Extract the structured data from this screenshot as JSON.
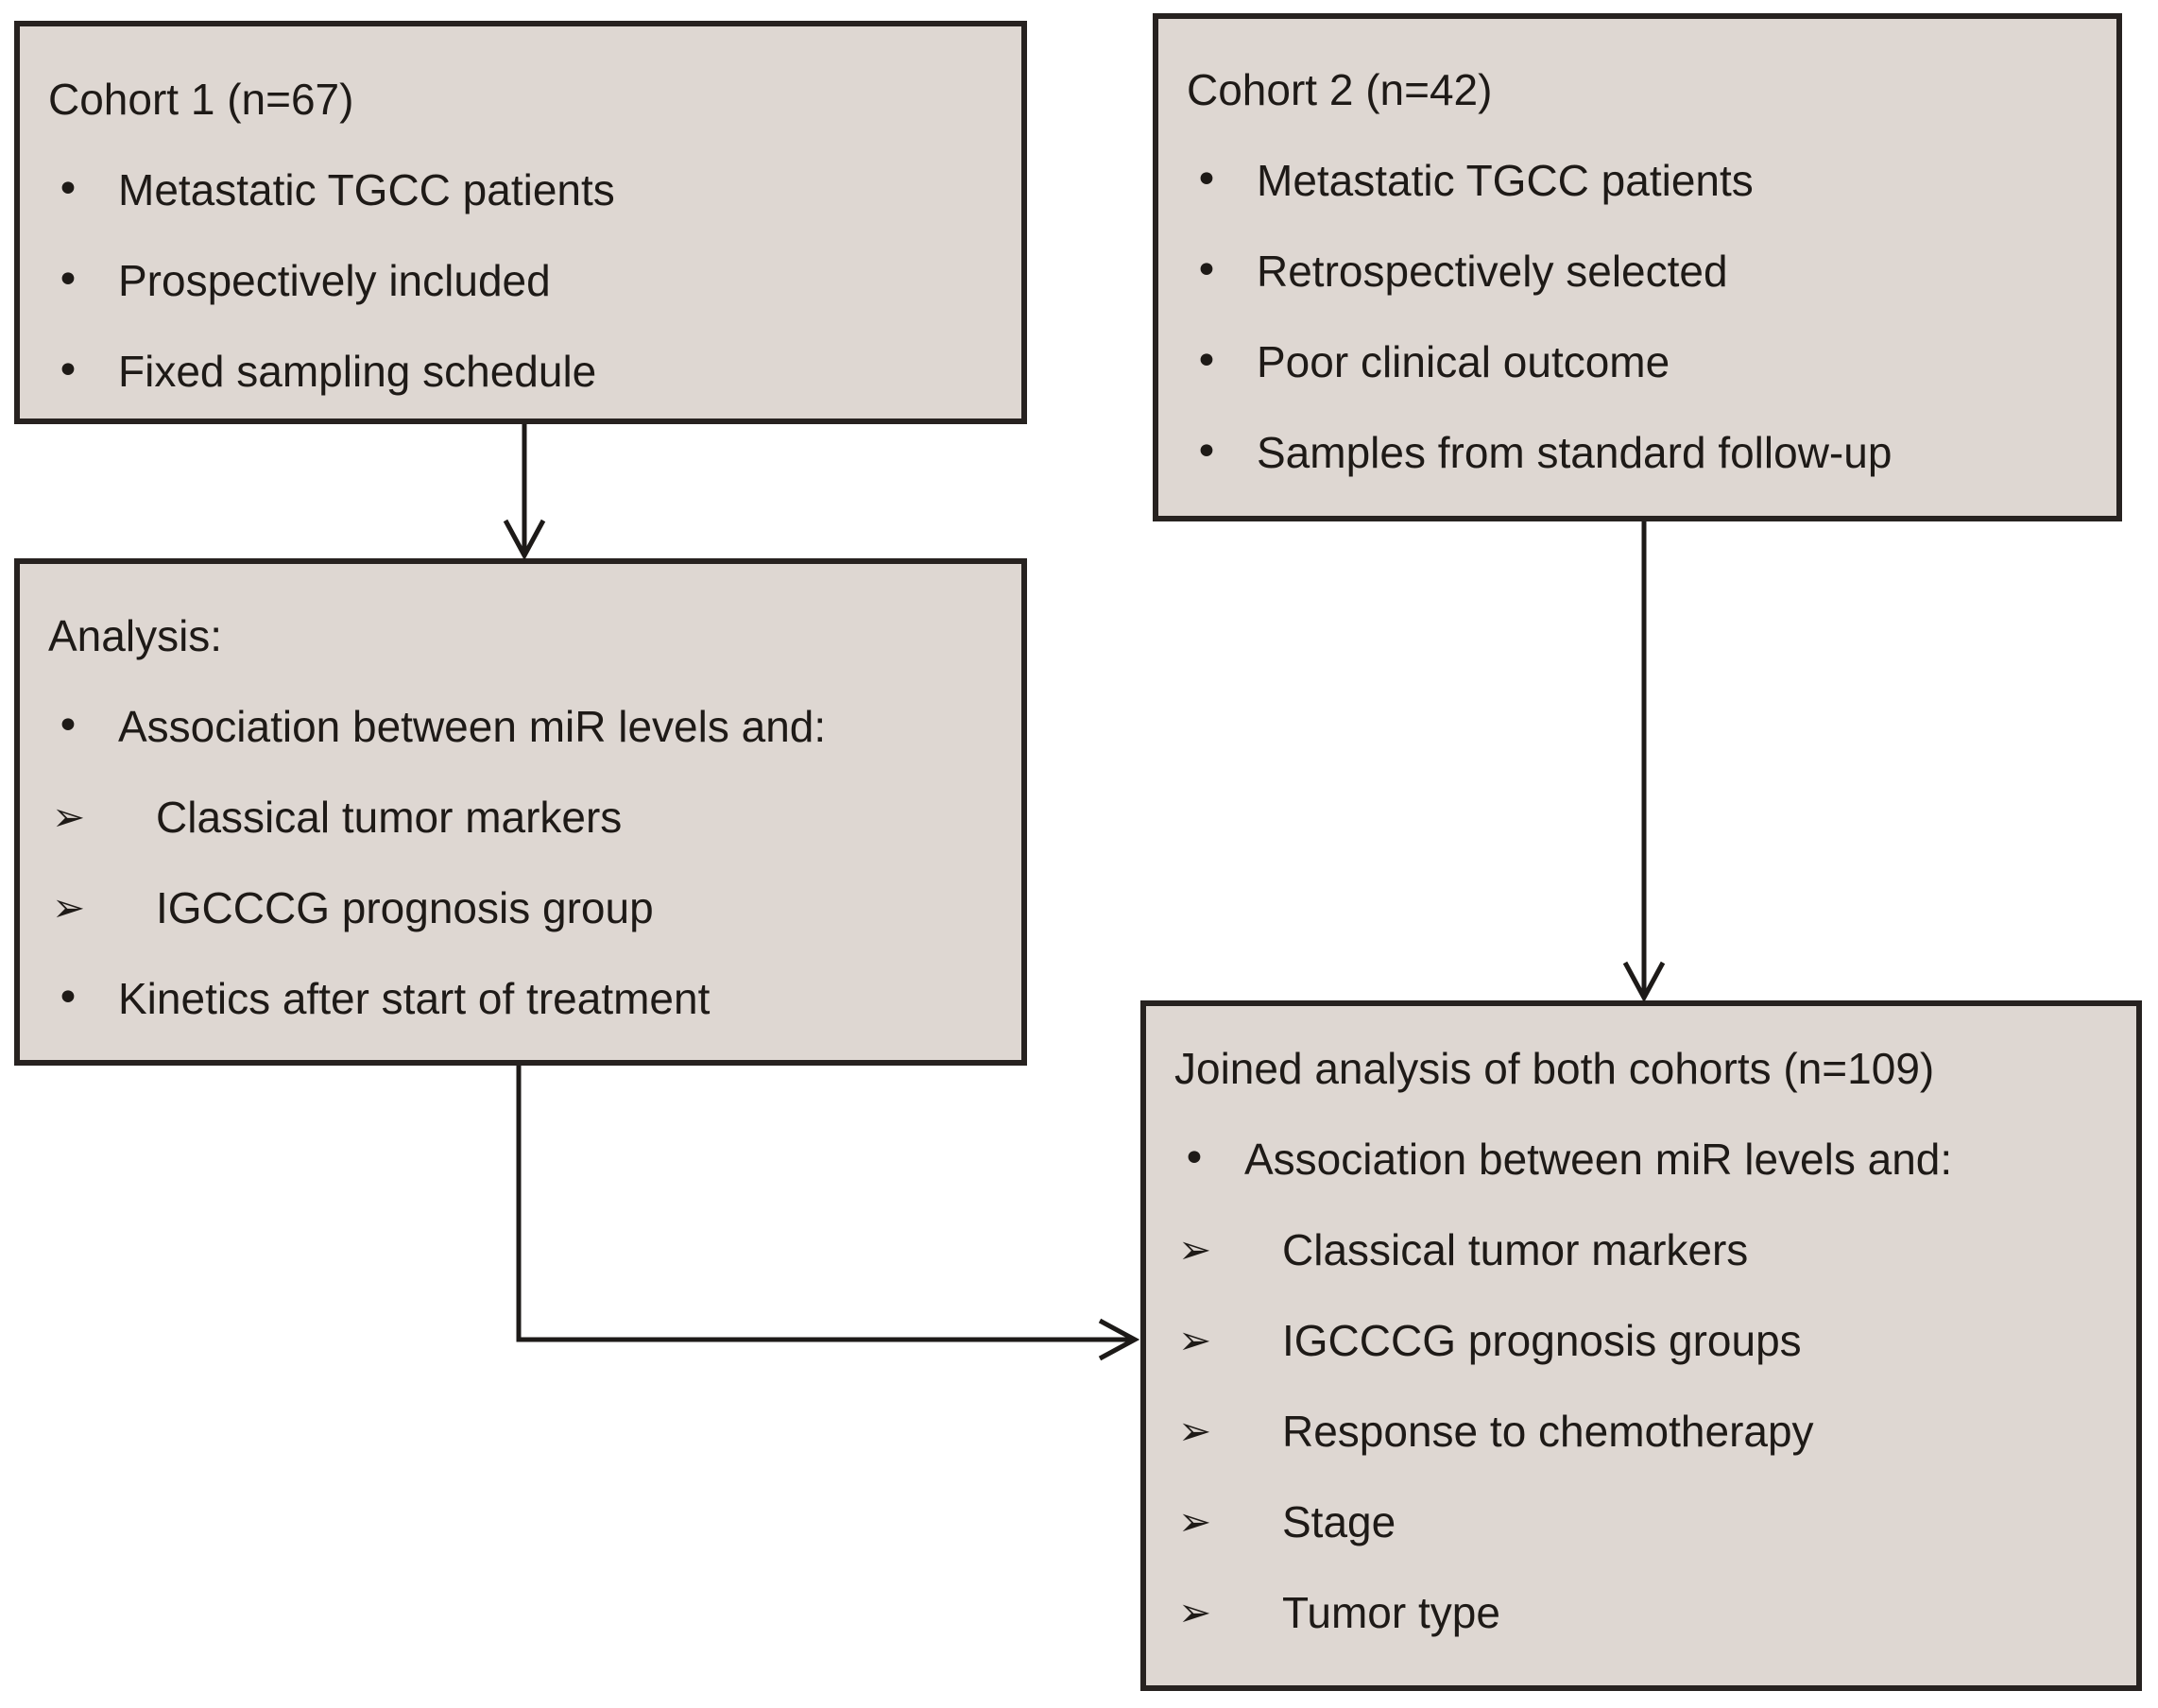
{
  "palette": {
    "page_bg": "#ffffff",
    "box_fill": "#ded7d2",
    "box_border": "#272220",
    "text": "#1e1a17",
    "arrow": "#1d1a18"
  },
  "glyphs": {
    "dot_bullet": "•",
    "arrowhead_bullet": "➢"
  },
  "boxes": {
    "cohort1": {
      "title": "Cohort 1 (n=67)",
      "items": [
        {
          "bullet": "•",
          "text": "Metastatic TGCC patients"
        },
        {
          "bullet": "•",
          "text": "Prospectively included"
        },
        {
          "bullet": "•",
          "text": "Fixed sampling schedule"
        }
      ]
    },
    "cohort2": {
      "title": "Cohort 2 (n=42)",
      "items": [
        {
          "bullet": "•",
          "text": "Metastatic TGCC patients"
        },
        {
          "bullet": "•",
          "text": "Retrospectively selected"
        },
        {
          "bullet": "•",
          "text": "Poor clinical outcome"
        },
        {
          "bullet": "•",
          "text": "Samples from standard follow-up"
        }
      ]
    },
    "analysis": {
      "title": "Analysis:",
      "items": [
        {
          "bullet": "•",
          "text": "Association between miR levels and:"
        },
        {
          "bullet": "➢",
          "text": "Classical tumor markers"
        },
        {
          "bullet": "➢",
          "text": "IGCCCG prognosis group"
        },
        {
          "bullet": "•",
          "text": "Kinetics after start of treatment"
        }
      ]
    },
    "joined": {
      "title": "Joined analysis of both cohorts (n=109)",
      "items": [
        {
          "bullet": "•",
          "text": "Association between miR levels and:"
        },
        {
          "bullet": "➢",
          "text": "Classical tumor markers"
        },
        {
          "bullet": "➢",
          "text": "IGCCCG  prognosis groups"
        },
        {
          "bullet": "➢",
          "text": "Response to chemotherapy"
        },
        {
          "bullet": "➢",
          "text": "Stage"
        },
        {
          "bullet": "➢",
          "text": "Tumor type"
        }
      ]
    }
  },
  "connections": [
    {
      "from": "cohort1",
      "to": "analysis"
    },
    {
      "from": "cohort2",
      "to": "joined"
    },
    {
      "from": "analysis",
      "to": "joined"
    }
  ]
}
